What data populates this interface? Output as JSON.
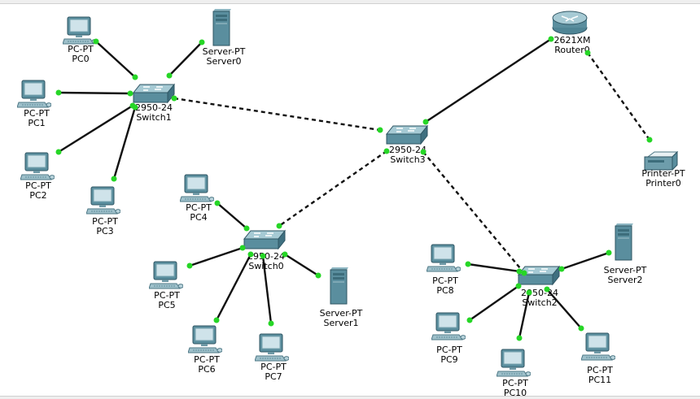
{
  "colors": {
    "link": "#111111",
    "port": "#26d626",
    "device_teal": "#5a9aa8",
    "background": "#ffffff"
  },
  "devices": {
    "pc0": {
      "type": "PC-PT",
      "name": "PC0"
    },
    "pc1": {
      "type": "PC-PT",
      "name": "PC1"
    },
    "pc2": {
      "type": "PC-PT",
      "name": "PC2"
    },
    "pc3": {
      "type": "PC-PT",
      "name": "PC3"
    },
    "pc4": {
      "type": "PC-PT",
      "name": "PC4"
    },
    "pc5": {
      "type": "PC-PT",
      "name": "PC5"
    },
    "pc6": {
      "type": "PC-PT",
      "name": "PC6"
    },
    "pc7": {
      "type": "PC-PT",
      "name": "PC7"
    },
    "pc8": {
      "type": "PC-PT",
      "name": "PC8"
    },
    "pc9": {
      "type": "PC-PT",
      "name": "PC9"
    },
    "pc10": {
      "type": "PC-PT",
      "name": "PC10"
    },
    "pc11": {
      "type": "PC-PT",
      "name": "PC11"
    },
    "server0": {
      "type": "Server-PT",
      "name": "Server0"
    },
    "server1": {
      "type": "Server-PT",
      "name": "Server1"
    },
    "server2": {
      "type": "Server-PT",
      "name": "Server2"
    },
    "switch0": {
      "type": "2950-24",
      "name": "Switch0"
    },
    "switch1": {
      "type": "2950-24",
      "name": "Switch1"
    },
    "switch2": {
      "type": "2950-24",
      "name": "Switch2"
    },
    "switch3": {
      "type": "2950-24",
      "name": "Switch3"
    },
    "router0": {
      "type": "2621XM",
      "name": "Router0"
    },
    "printer0": {
      "type": "Printer-PT",
      "name": "Printer0"
    }
  },
  "links": [
    {
      "from": "switch1",
      "to": "pc0",
      "style": "solid"
    },
    {
      "from": "switch1",
      "to": "server0",
      "style": "solid"
    },
    {
      "from": "switch1",
      "to": "pc1",
      "style": "solid"
    },
    {
      "from": "switch1",
      "to": "pc2",
      "style": "solid"
    },
    {
      "from": "switch1",
      "to": "pc3",
      "style": "solid"
    },
    {
      "from": "switch1",
      "to": "switch3",
      "style": "dashed"
    },
    {
      "from": "switch3",
      "to": "router0",
      "style": "solid"
    },
    {
      "from": "switch3",
      "to": "switch0",
      "style": "dashed"
    },
    {
      "from": "switch3",
      "to": "switch2",
      "style": "dashed"
    },
    {
      "from": "router0",
      "to": "printer0",
      "style": "dashed"
    },
    {
      "from": "switch0",
      "to": "pc4",
      "style": "solid"
    },
    {
      "from": "switch0",
      "to": "pc5",
      "style": "solid"
    },
    {
      "from": "switch0",
      "to": "pc6",
      "style": "solid"
    },
    {
      "from": "switch0",
      "to": "pc7",
      "style": "solid"
    },
    {
      "from": "switch0",
      "to": "server1",
      "style": "solid"
    },
    {
      "from": "switch2",
      "to": "pc8",
      "style": "solid"
    },
    {
      "from": "switch2",
      "to": "pc9",
      "style": "solid"
    },
    {
      "from": "switch2",
      "to": "pc10",
      "style": "solid"
    },
    {
      "from": "switch2",
      "to": "pc11",
      "style": "solid"
    },
    {
      "from": "switch2",
      "to": "server2",
      "style": "solid"
    }
  ]
}
